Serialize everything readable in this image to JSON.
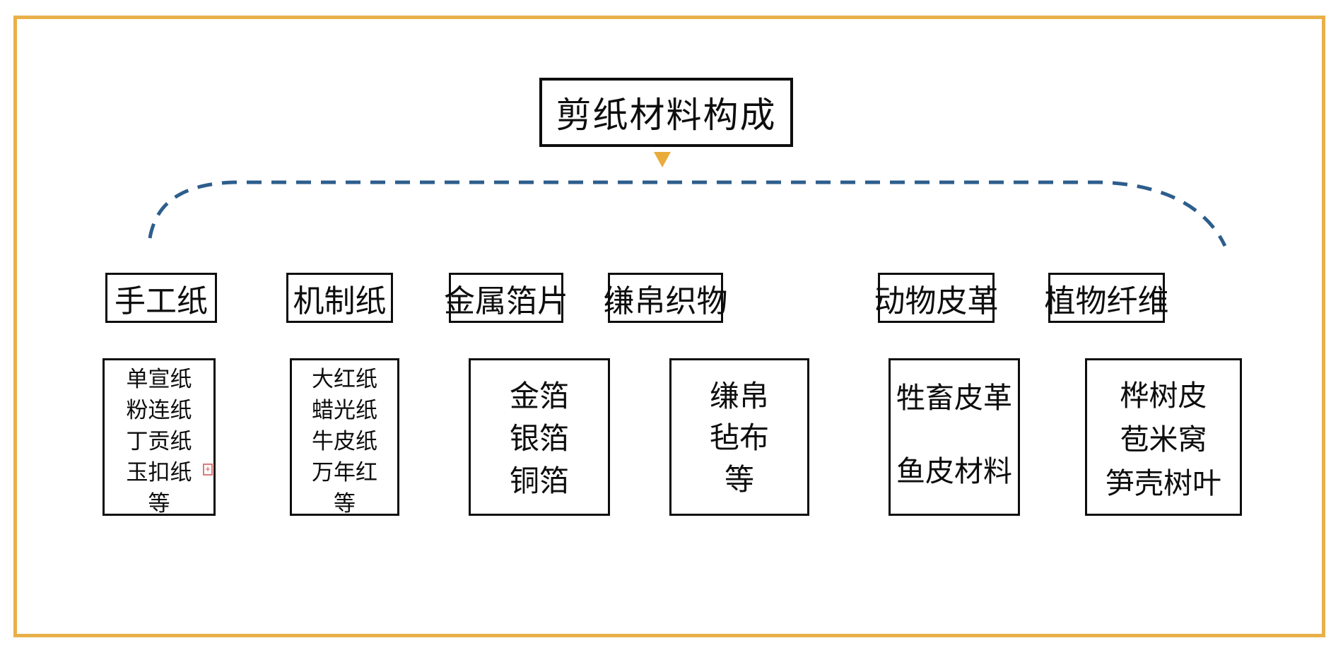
{
  "page": {
    "title": "剪纸材料构成"
  },
  "colors": {
    "frame_border": "#E9B04A",
    "triangle_accent": "#E9AC3B",
    "connector_dash": "#2D5E8C",
    "box_border": "#0d0d0d",
    "marker_red": "#E07878"
  },
  "marker": {
    "plus_glyph": "+"
  },
  "columns": [
    {
      "header": "手工纸",
      "items": [
        "单宣纸",
        "粉连纸",
        "丁贡纸",
        "玉扣纸",
        "等"
      ]
    },
    {
      "header": "机制纸",
      "items": [
        "大红纸",
        "蜡光纸",
        "牛皮纸",
        "万年红",
        "等"
      ]
    },
    {
      "header": "金属箔片",
      "items": [
        "金箔",
        "银箔",
        "铜箔"
      ]
    },
    {
      "header": "缣帛织物",
      "items": [
        "缣帛",
        "毡布",
        "等"
      ]
    },
    {
      "header": "动物皮革",
      "items": [
        "牲畜皮革",
        "鱼皮材料"
      ]
    },
    {
      "header": "植物纤维",
      "items": [
        "桦树皮",
        "苞米窝",
        "笋壳树叶"
      ]
    }
  ]
}
